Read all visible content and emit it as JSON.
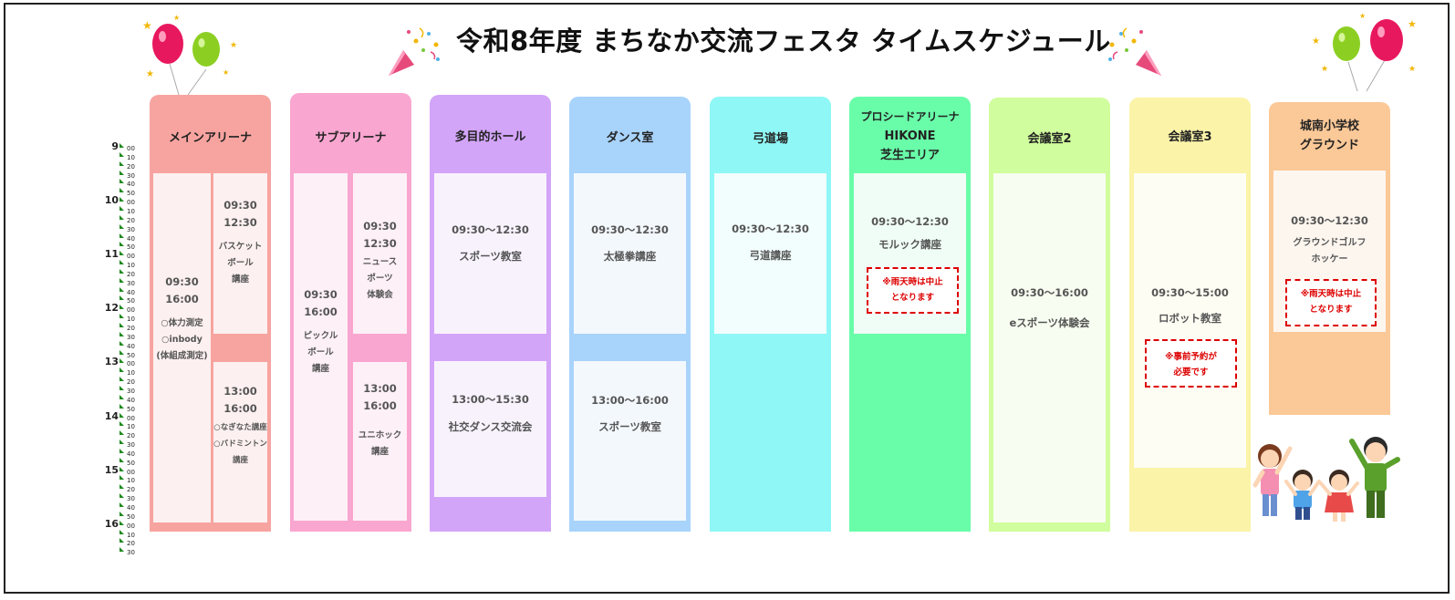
{
  "title": "令和8年度 まちなか交流フェスタ タイムスケジュール",
  "time_axis": {
    "hours": [
      "9",
      "10",
      "11",
      "12",
      "13",
      "14",
      "15",
      "16"
    ],
    "minute_labels": [
      "00",
      "10",
      "20",
      "30",
      "40",
      "50"
    ],
    "last_minutes": [
      "00",
      "10",
      "20",
      "30"
    ]
  },
  "colors": {
    "main_arena": "#f7a4a0",
    "sub_arena": "#f9a6d0",
    "hall": "#d3a5f9",
    "dance": "#a8d3fb",
    "kyudo": "#8ff7f5",
    "turf": "#69fda9",
    "conf2": "#d0fd9d",
    "conf3": "#fbf3a8",
    "ground": "#fbc897",
    "warning": "#dd0000"
  },
  "venues": {
    "main_arena": {
      "name": "メインアリーナ",
      "left": {
        "start": "09:30",
        "end": "16:00",
        "items": [
          "○体力測定",
          "○inbody",
          "(体組成測定)"
        ]
      },
      "right_top": {
        "start": "09:30",
        "end": "12:30",
        "items": [
          "バスケット",
          "ボール",
          "講座"
        ]
      },
      "right_bottom": {
        "start": "13:00",
        "end": "16:00",
        "items": [
          "○なぎなた講座",
          "○バドミントン",
          "講座"
        ]
      }
    },
    "sub_arena": {
      "name": "サブアリーナ",
      "left": {
        "start": "09:30",
        "end": "16:00",
        "items": [
          "ピックル",
          "ボール",
          "講座"
        ]
      },
      "right_top": {
        "start": "09:30",
        "end": "12:30",
        "items": [
          "ニュース",
          "ポーツ",
          "体験会"
        ]
      },
      "right_bottom": {
        "start": "13:00",
        "end": "16:00",
        "items": [
          "ユニホック",
          "講座"
        ]
      }
    },
    "hall": {
      "name": "多目的ホール",
      "top": {
        "time": "09:30～12:30",
        "label": "スポーツ教室"
      },
      "bottom": {
        "time": "13:00～15:30",
        "label": "社交ダンス交流会"
      }
    },
    "dance": {
      "name": "ダンス室",
      "top": {
        "time": "09:30～12:30",
        "label": "太極拳講座"
      },
      "bottom": {
        "time": "13:00～16:00",
        "label": "スポーツ教室"
      }
    },
    "kyudo": {
      "name": "弓道場",
      "top": {
        "time": "09:30～12:30",
        "label": "弓道講座"
      }
    },
    "turf": {
      "name_lines": [
        "プロシードアリーナ",
        "HIKONE",
        "芝生エリア"
      ],
      "top": {
        "time": "09:30～12:30",
        "label": "モルック講座"
      },
      "warning": [
        "※雨天時は中止",
        "となります"
      ]
    },
    "conf2": {
      "name": "会議室2",
      "main": {
        "time": "09:30～16:00",
        "label": "eスポーツ体験会"
      }
    },
    "conf3": {
      "name": "会議室3",
      "main": {
        "time": "09:30～15:00",
        "label": "ロボット教室"
      },
      "warning": [
        "※事前予約が",
        "必要です"
      ]
    },
    "ground": {
      "name_lines": [
        "城南小学校",
        "グラウンド"
      ],
      "top": {
        "time": "09:30～12:30",
        "labels": [
          "グラウンドゴルフ",
          "ホッケー"
        ]
      },
      "warning": [
        "※雨天時は中止",
        "となります"
      ]
    }
  },
  "decorations": [
    "balloon-icon",
    "party-popper-icon",
    "children-illustration"
  ]
}
